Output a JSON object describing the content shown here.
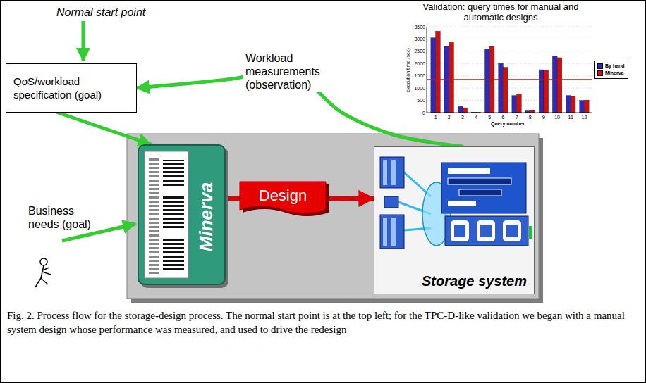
{
  "diagram": {
    "caption": "Fig. 2. Process flow for the storage-design process. The normal start point is at the top left; for the TPC-D-like validation we began with a manual system design whose performance was measured, and used to drive the redesign",
    "nodes": [
      {
        "text": [
          "QoS/workload specification (goal)"
        ]
      },
      {
        "text": [
          "Minerva"
        ]
      },
      {
        "text": [
          "Design"
        ]
      },
      {
        "text": [
          "Storage system"
        ]
      }
    ],
    "edges": [
      {
        "from": 0,
        "to": 1,
        "arrow": "to"
      },
      {
        "from": 1,
        "to": 2,
        "arrow": "none"
      },
      {
        "from": 2,
        "to": 3,
        "arrow": "to"
      },
      {
        "from": 3,
        "to": 0,
        "arrow": "to",
        "label": "Workload measurements (observation)"
      }
    ],
    "labels": [
      "Normal start point",
      "Business needs (goal)",
      "Validation: query times for manual and automatic designs",
      "execution time (sec)",
      "0",
      "500",
      "1000",
      "1500",
      "2000",
      "2500",
      "3000",
      "3500",
      "1",
      "2",
      "3",
      "4",
      "5",
      "6",
      "7",
      "8",
      "9",
      "10",
      "11",
      "12",
      "Query number"
    ],
    "legend": [
      {
        "text": "By hand",
        "color": "#2b2bb8"
      },
      {
        "text": "Minerva",
        "color": "#cc1111"
      }
    ]
  }
}
